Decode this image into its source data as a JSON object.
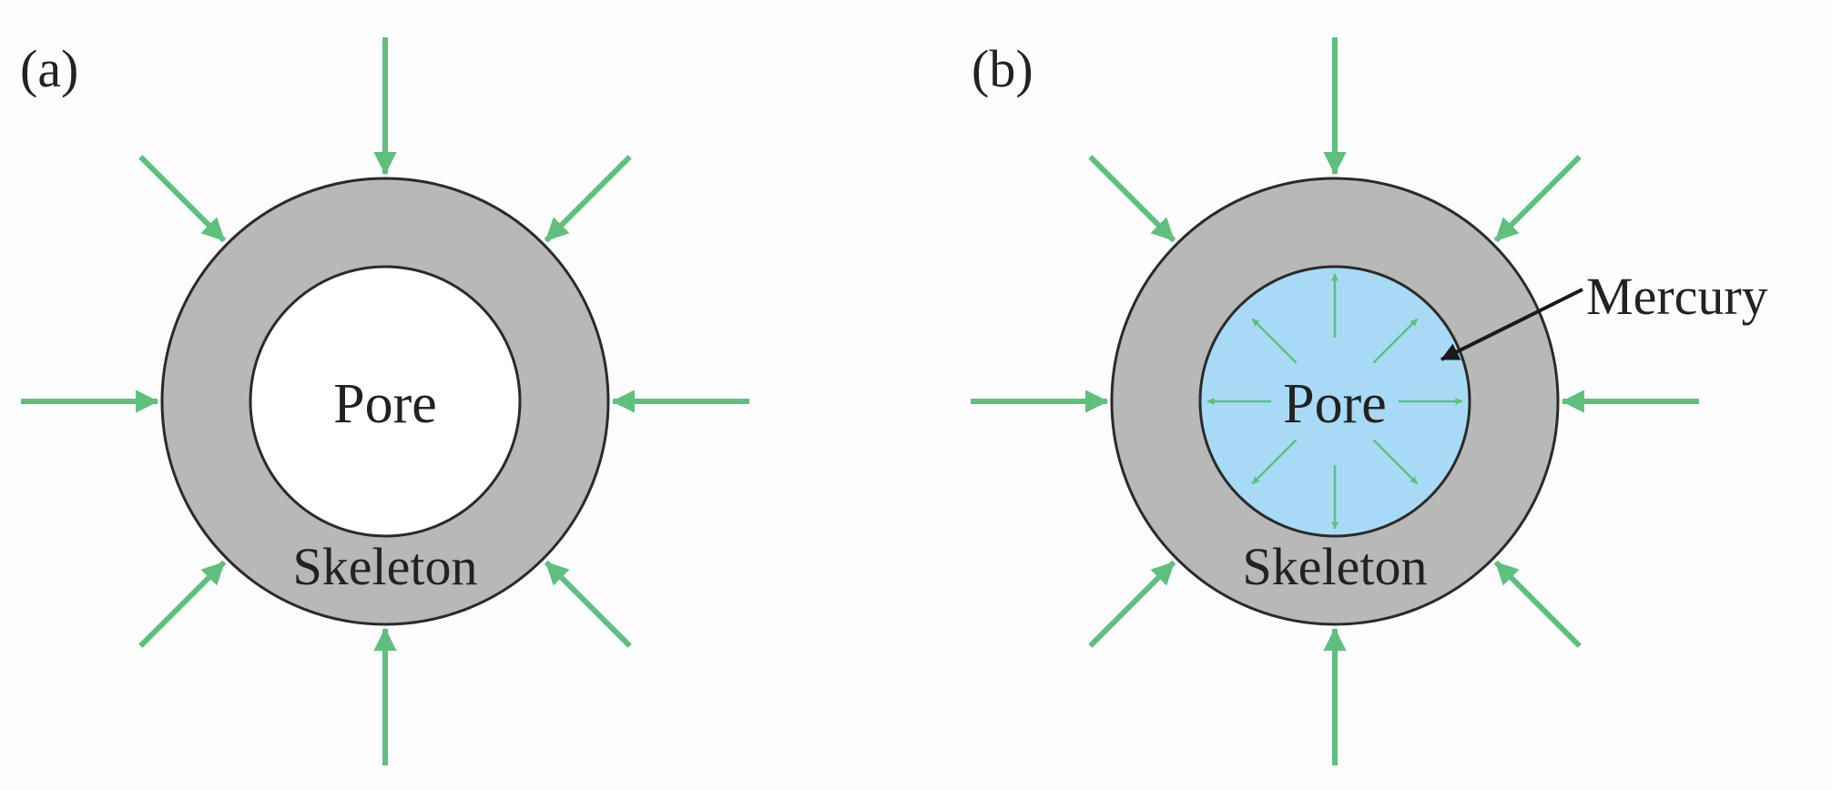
{
  "panels": [
    {
      "label": "(a)",
      "pore_label": "Pore",
      "skeleton_label": "Skeleton",
      "pore_filled": false
    },
    {
      "label": "(b)",
      "pore_label": "Pore",
      "skeleton_label": "Skeleton",
      "pore_filled": true,
      "callout_label": "Mercury"
    }
  ],
  "colors": {
    "background": "#fdfdfd",
    "skeleton": "#b8b8b8",
    "outline": "#2a2a2a",
    "pore_empty": "#ffffff",
    "mercury": "#a8daf5",
    "arrow": "#5fbf7e",
    "callout_arrow": "#1a1a1a",
    "text": "#222222"
  }
}
